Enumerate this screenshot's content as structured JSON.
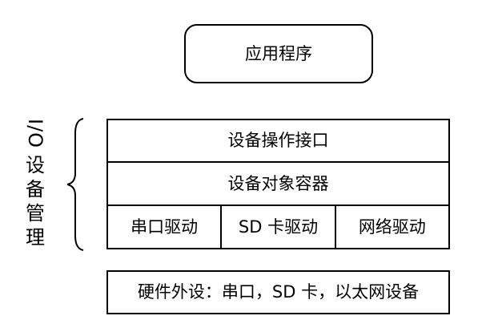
{
  "application": {
    "label": "应用程序"
  },
  "io_management": {
    "label_prefix": "I/O",
    "label_chars": [
      "设",
      "备",
      "管",
      "理"
    ]
  },
  "layers": {
    "device_api": "设备操作接口",
    "device_container": "设备对象容器",
    "drivers": [
      {
        "label": "串口驱动"
      },
      {
        "label": "SD 卡驱动"
      },
      {
        "label": "网络驱动"
      }
    ]
  },
  "hardware": {
    "label": "硬件外设：串口，SD 卡，以太网设备"
  }
}
